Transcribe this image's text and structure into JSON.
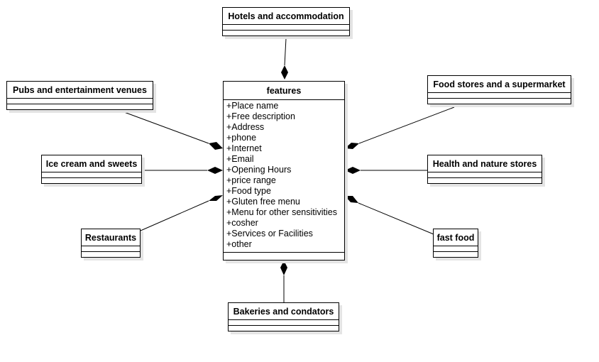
{
  "main": {
    "title": "features",
    "attributes": [
      "+Place name",
      "+Free description",
      "+Address",
      "+phone",
      "+Internet",
      "+Email",
      "+Opening Hours",
      "+price range",
      "+Food type",
      "+Gluten free menu",
      "+Menu for other sensitivities",
      "+cosher",
      "+Services or Facilities",
      "+other"
    ]
  },
  "classes": {
    "hotels": "Hotels and accommodation",
    "pubs": "Pubs and entertainment venues",
    "food_stores": "Food stores and a supermarket",
    "ice_cream": "Ice cream and sweets",
    "health": "Health and nature stores",
    "restaurants": "Restaurants",
    "fast_food": "fast food",
    "bakeries": "Bakeries and condators"
  },
  "relationship": "composition"
}
